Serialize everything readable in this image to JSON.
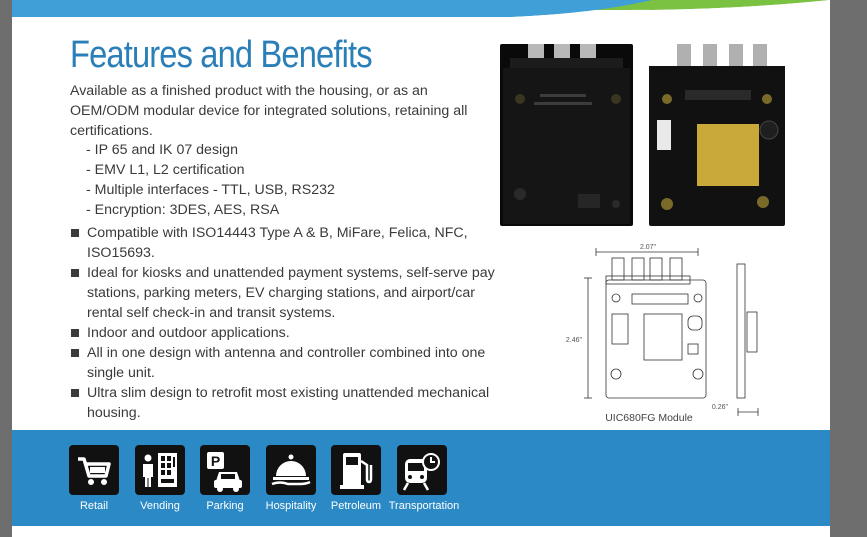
{
  "title": "Features and Benefits",
  "intro": "Available as a finished product with the housing, or as an OEM/ODM modular device for integrated solutions, retaining all certifications.",
  "sub_features": [
    "- IP 65 and IK 07 design",
    "- EMV L1, L2 certification",
    "- Multiple interfaces - TTL, USB, RS232",
    "- Encryption: 3DES, AES, RSA"
  ],
  "bullets": [
    "Compatible with ISO14443 Type A & B, MiFare, Felica, NFC, ISO15693.",
    "Ideal for kiosks and unattended payment systems, self-serve pay stations, parking meters, EV charging stations, and airport/car rental self check-in and transit systems.",
    "Indoor and outdoor applications.",
    "All in one design with antenna and controller combined into one single unit.",
    "Ultra slim design to retrofit most existing unattended mechanical housing."
  ],
  "drawing": {
    "width_dim": "2.07\"",
    "height_dim": "2.46\"",
    "depth_dim": "0.26\"",
    "caption": "UIC680FG Module"
  },
  "industries": [
    {
      "label": "Retail",
      "icon": "cart-icon"
    },
    {
      "label": "Vending",
      "icon": "vending-machine-icon"
    },
    {
      "label": "Parking",
      "icon": "parking-icon"
    },
    {
      "label": "Hospitality",
      "icon": "cloche-icon"
    },
    {
      "label": "Petroleum",
      "icon": "fuel-pump-icon"
    },
    {
      "label": "Transportation",
      "icon": "train-clock-icon"
    }
  ],
  "colors": {
    "title_blue": "#2b7fb8",
    "band_blue": "#2b8ac6",
    "text": "#3a3a3a",
    "page_background": "#6e6e6e"
  }
}
